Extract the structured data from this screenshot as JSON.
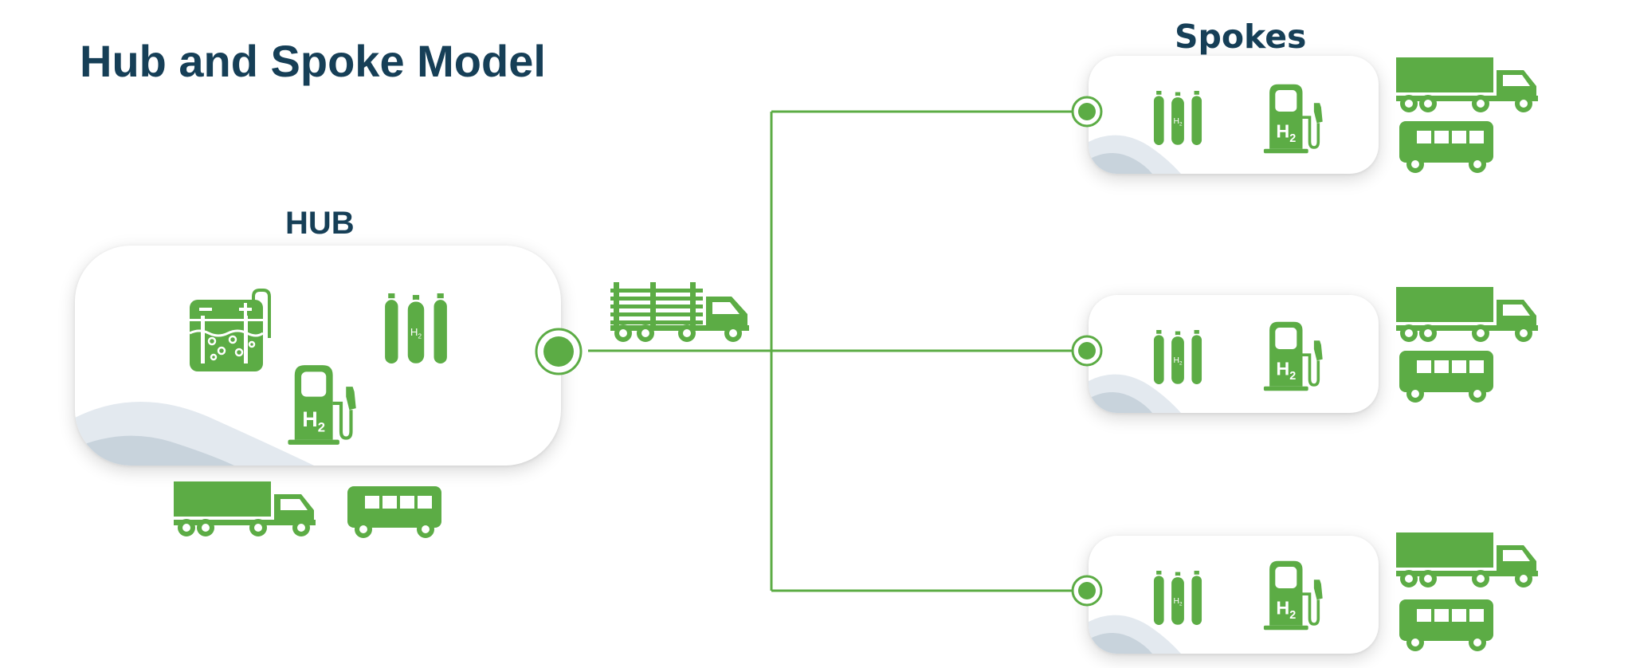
{
  "title": "Hub and Spoke Model",
  "hub": {
    "label": "HUB",
    "icons": [
      "electrolyzer-icon",
      "h2-cylinders-icon",
      "h2-fuel-pump-icon"
    ],
    "vehicles": [
      "truck-icon",
      "bus-icon"
    ]
  },
  "spokes": {
    "label": "Spokes",
    "count": 3,
    "icons": [
      "h2-cylinders-icon",
      "h2-fuel-pump-icon"
    ],
    "vehicles": [
      "truck-icon",
      "bus-icon"
    ]
  },
  "transport": {
    "icon": "tube-trailer-truck-icon"
  },
  "symbols": {
    "h2": "H",
    "h2_sub": "2"
  },
  "colors": {
    "green": "#5cac45",
    "title": "#163f57",
    "swoosh_light": "#e3e9ef",
    "swoosh_dark": "#c8d3dc"
  }
}
